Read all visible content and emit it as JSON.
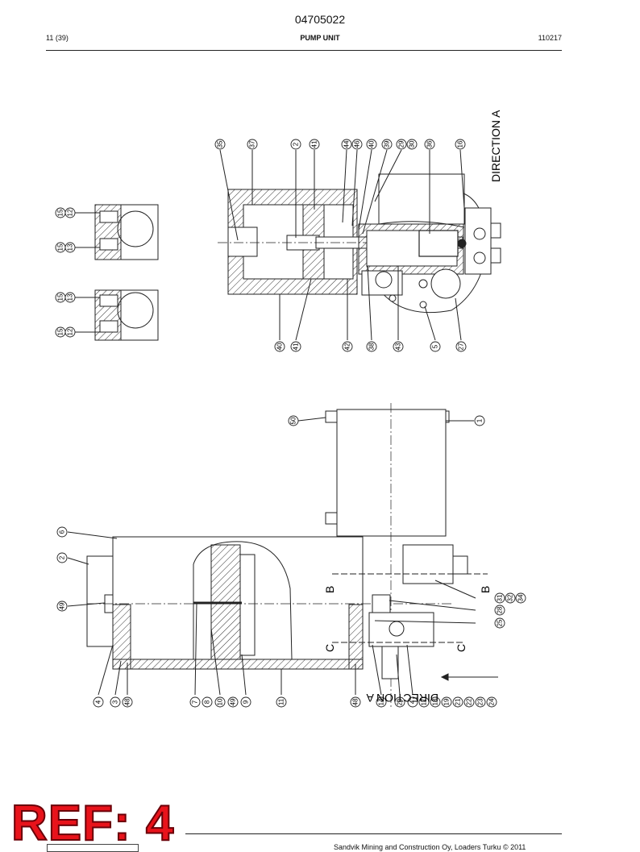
{
  "header": {
    "doc_number": "04705022",
    "page": "11 (39)",
    "title": "PUMP UNIT",
    "date": "110217"
  },
  "drawing": {
    "view_label_top": "DIRECTION A",
    "view_label_bottom": "DIRECTION A",
    "section_labels": {
      "b": "B",
      "c": "C"
    },
    "callouts_top_row": [
      "35",
      "37",
      "2",
      "41",
      "44",
      "46",
      "40",
      "39",
      "29",
      "30",
      "36",
      "16"
    ],
    "callouts_top_bottom_row": [
      "40",
      "41",
      "42",
      "38",
      "43",
      "5",
      "27"
    ],
    "callouts_left_details": [
      "15",
      "12",
      "15",
      "13",
      "15",
      "13",
      "15",
      "12"
    ],
    "callouts_lower_bottom_row": [
      "4",
      "3",
      "48",
      "7",
      "8",
      "10",
      "49",
      "9",
      "11",
      "48",
      "14",
      "20",
      "4",
      "17",
      "18",
      "19",
      "21",
      "22",
      "23",
      "24"
    ],
    "callouts_lower_side": [
      "50",
      "1",
      "6",
      "2",
      "49",
      "31",
      "32",
      "34",
      "28",
      "25"
    ]
  },
  "stamp": {
    "text": "REF: 4"
  },
  "footer": {
    "copyright": "Sandvik Mining and Construction Oy, Loaders Turku © 2011"
  }
}
